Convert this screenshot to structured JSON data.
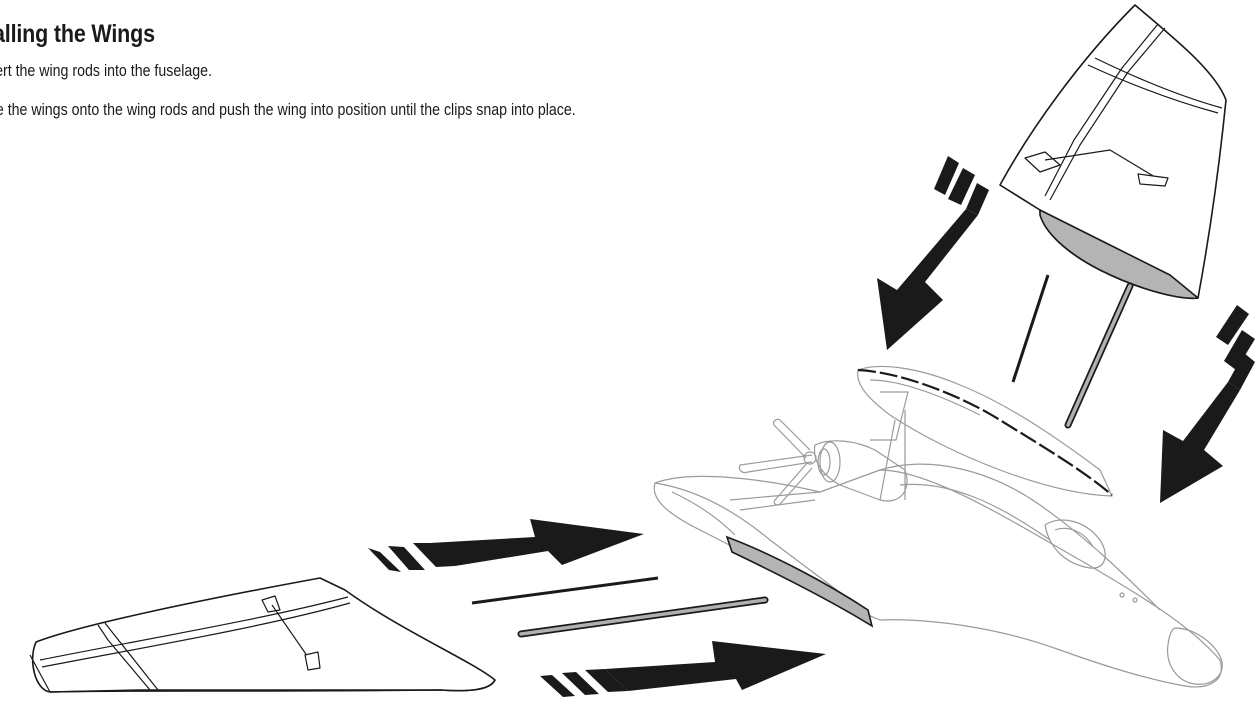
{
  "instructions": {
    "heading": "talling the Wings",
    "steps": [
      "sert the wing rods into the fuselage.",
      "de the wings onto the wing rods and push the wing into position until the clips snap into place."
    ]
  },
  "illustration": {
    "line_color": "#1a1a1a",
    "faint_line_color": "#9a9a9a",
    "clip_fill": "#b4b4b4",
    "rod_fill": "#b0b0b0"
  }
}
